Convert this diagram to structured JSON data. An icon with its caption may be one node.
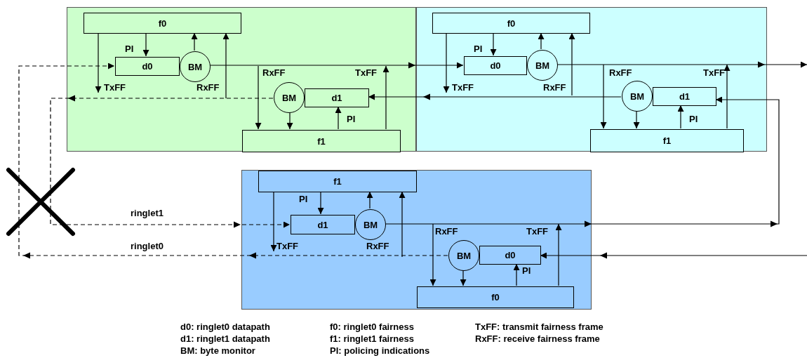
{
  "diagram": {
    "nodes": [
      {
        "text": [],
        "shape": "box"
      },
      {
        "text": [
          "f0"
        ],
        "in": 0
      },
      {
        "text": [
          "d0"
        ],
        "in": 0
      },
      {
        "text": [
          "BM"
        ],
        "in": 0
      },
      {
        "text": [
          "BM"
        ],
        "in": 0
      },
      {
        "text": [
          "d1"
        ],
        "in": 0
      },
      {
        "text": [
          "f1"
        ],
        "in": 0
      },
      {
        "text": [],
        "shape": "box"
      },
      {
        "text": [
          "f0"
        ],
        "in": 7
      },
      {
        "text": [
          "d0"
        ],
        "in": 7
      },
      {
        "text": [
          "BM"
        ],
        "in": 7
      },
      {
        "text": [
          "BM"
        ],
        "in": 7
      },
      {
        "text": [
          "d1"
        ],
        "in": 7
      },
      {
        "text": [
          "f1"
        ],
        "in": 7
      },
      {
        "text": [],
        "shape": "box"
      },
      {
        "text": [
          "f1"
        ],
        "in": 14
      },
      {
        "text": [
          "d1"
        ],
        "in": 14
      },
      {
        "text": [
          "BM"
        ],
        "in": 14
      },
      {
        "text": [
          "BM"
        ],
        "in": 14
      },
      {
        "text": [
          "d0"
        ],
        "in": 14
      },
      {
        "text": [
          "f0"
        ],
        "in": 14
      }
    ],
    "edges": [
      {
        "from": 1,
        "to": 2,
        "arrow": "to",
        "label": "PI"
      },
      {
        "from": 3,
        "to": 1,
        "arrow": "to"
      },
      {
        "from": 1,
        "to": null,
        "arrow": "to",
        "label": "TxFF"
      },
      {
        "from": null,
        "to": 1,
        "arrow": "to",
        "label": "RxFF"
      },
      {
        "from": null,
        "to": 6,
        "arrow": "to",
        "label": "RxFF"
      },
      {
        "from": 6,
        "to": null,
        "arrow": "to",
        "label": "TxFF"
      },
      {
        "from": 4,
        "to": 6,
        "arrow": "to"
      },
      {
        "from": 6,
        "to": 5,
        "arrow": "to",
        "label": "PI"
      },
      {
        "from": 3,
        "to": 9,
        "arrow": "to"
      },
      {
        "from": 4,
        "to": 16,
        "arrow": "to",
        "label": "ringlet1",
        "style": "dashed"
      },
      {
        "from": 8,
        "to": 9,
        "arrow": "to",
        "label": "PI"
      },
      {
        "from": 10,
        "to": 8,
        "arrow": "to"
      },
      {
        "from": 8,
        "to": null,
        "arrow": "to",
        "label": "TxFF"
      },
      {
        "from": null,
        "to": 8,
        "arrow": "to",
        "label": "RxFF"
      },
      {
        "from": null,
        "to": 13,
        "arrow": "to",
        "label": "RxFF"
      },
      {
        "from": 13,
        "to": null,
        "arrow": "to",
        "label": "TxFF"
      },
      {
        "from": 11,
        "to": 13,
        "arrow": "to"
      },
      {
        "from": 13,
        "to": 12,
        "arrow": "to",
        "label": "PI"
      },
      {
        "from": 10,
        "to": null,
        "arrow": "to"
      },
      {
        "from": 11,
        "to": 5,
        "arrow": "to"
      },
      {
        "from": 15,
        "to": 16,
        "arrow": "to",
        "label": "PI"
      },
      {
        "from": 17,
        "to": 15,
        "arrow": "to"
      },
      {
        "from": 15,
        "to": null,
        "arrow": "to",
        "label": "TxFF"
      },
      {
        "from": null,
        "to": 15,
        "arrow": "to",
        "label": "RxFF"
      },
      {
        "from": null,
        "to": 20,
        "arrow": "to",
        "label": "RxFF"
      },
      {
        "from": 20,
        "to": null,
        "arrow": "to",
        "label": "TxFF"
      },
      {
        "from": 18,
        "to": 20,
        "arrow": "to"
      },
      {
        "from": 20,
        "to": 19,
        "arrow": "to",
        "label": "PI"
      },
      {
        "from": 17,
        "to": 12,
        "arrow": "to"
      },
      {
        "from": null,
        "to": 19,
        "arrow": "to"
      },
      {
        "from": 18,
        "to": 2,
        "arrow": "to",
        "label": "ringlet0",
        "style": "dashed"
      }
    ],
    "labels": [
      "d0: ringlet0 datapath",
      "f0: ringlet0 fairness",
      "TxFF: transmit fairness frame",
      "d1: ringlet1 datapath",
      "f1: ringlet1 fairness",
      "RxFF: receive fairness frame",
      "BM: byte monitor",
      "PI: policing indications"
    ]
  }
}
